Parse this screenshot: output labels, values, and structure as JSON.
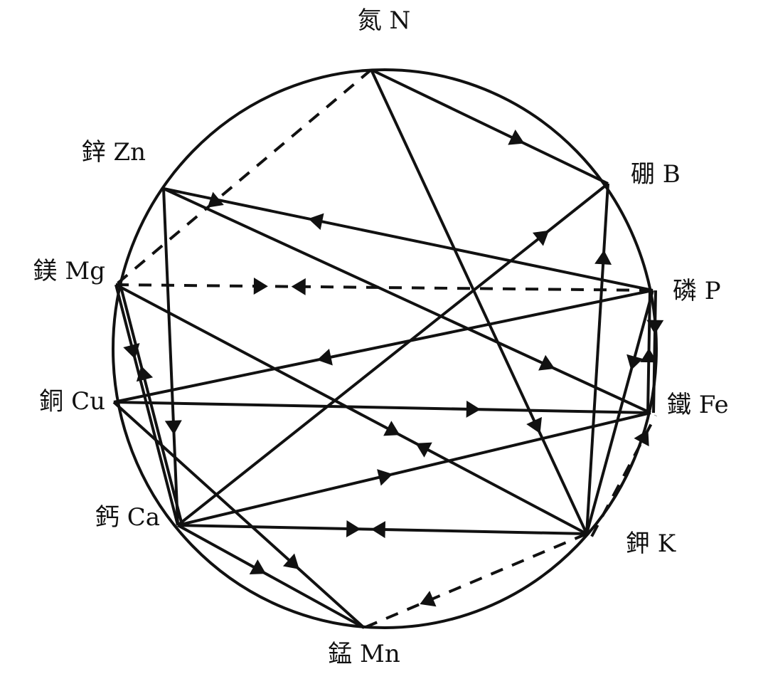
{
  "title": "",
  "colors": {
    "ink": "#111111",
    "background": "#ffffff"
  },
  "nodes": [
    {
      "id": "N",
      "label": "氮 N"
    },
    {
      "id": "B",
      "label": "硼 B"
    },
    {
      "id": "P",
      "label": "磷 P"
    },
    {
      "id": "Fe",
      "label": "鐵 Fe"
    },
    {
      "id": "K",
      "label": "鉀 K"
    },
    {
      "id": "Mn",
      "label": "錳 Mn"
    },
    {
      "id": "Ca",
      "label": "鈣 Ca"
    },
    {
      "id": "Cu",
      "label": "銅 Cu"
    },
    {
      "id": "Mg",
      "label": "鎂 Mg"
    },
    {
      "id": "Zn",
      "label": "鋅 Zn"
    }
  ],
  "edges": [
    {
      "from": "N",
      "to": "B",
      "dashed": false,
      "arrows": [
        {
          "t": 0.62,
          "dir": 1
        }
      ]
    },
    {
      "from": "N",
      "to": "K",
      "dashed": false,
      "arrows": [
        {
          "t": 0.77,
          "dir": 1
        }
      ]
    },
    {
      "from": "N",
      "to": "Mg",
      "dashed": true,
      "arrows": [
        {
          "t": 0.62,
          "dir": 1
        }
      ]
    },
    {
      "from": "P",
      "to": "Zn",
      "dashed": false,
      "arrows": [
        {
          "t": 0.69,
          "dir": 1
        }
      ]
    },
    {
      "from": "Zn",
      "to": "Fe",
      "dashed": false,
      "arrows": [
        {
          "t": 0.79,
          "dir": 1
        }
      ]
    },
    {
      "from": "Zn",
      "to": "Ca",
      "dashed": false,
      "arrows": [
        {
          "t": 0.71,
          "dir": 1
        }
      ]
    },
    {
      "from": "Mg",
      "to": "P",
      "dashed": true,
      "arrows": [
        {
          "t": 0.27,
          "dir": 1
        },
        {
          "t": 0.34,
          "dir": -1
        }
      ]
    },
    {
      "from": "Mg",
      "to": "Ca",
      "dashed": false,
      "arrows": [
        {
          "t": 0.28,
          "dir": 1
        }
      ]
    },
    {
      "from": "Ca",
      "to": "Mg",
      "dashed": false,
      "offset": 6,
      "arrows": [
        {
          "t": 0.63,
          "dir": 1
        }
      ]
    },
    {
      "from": "Mg",
      "to": "K",
      "dashed": false,
      "arrows": [
        {
          "t": 0.59,
          "dir": 1
        },
        {
          "t": 0.65,
          "dir": -1
        }
      ]
    },
    {
      "from": "P",
      "to": "Cu",
      "dashed": false,
      "arrows": [
        {
          "t": 0.61,
          "dir": 1
        }
      ]
    },
    {
      "from": "Cu",
      "to": "Fe",
      "dashed": false,
      "arrows": [
        {
          "t": 0.67,
          "dir": 1
        }
      ]
    },
    {
      "from": "Cu",
      "to": "Mn",
      "dashed": false,
      "arrows": [
        {
          "t": 0.72,
          "dir": 1
        }
      ]
    },
    {
      "from": "Ca",
      "to": "Mn",
      "dashed": false,
      "arrows": [
        {
          "t": 0.44,
          "dir": 1
        }
      ]
    },
    {
      "from": "Ca",
      "to": "B",
      "dashed": false,
      "arrows": [
        {
          "t": 0.85,
          "dir": 1
        }
      ]
    },
    {
      "from": "Ca",
      "to": "Fe",
      "dashed": false,
      "arrows": [
        {
          "t": 0.44,
          "dir": 1
        }
      ]
    },
    {
      "from": "Ca",
      "to": "K",
      "dashed": false,
      "arrows": [
        {
          "t": 0.43,
          "dir": 1
        },
        {
          "t": 0.49,
          "dir": -1
        }
      ]
    },
    {
      "from": "K",
      "to": "B",
      "dashed": false,
      "arrows": [
        {
          "t": 0.79,
          "dir": 1
        }
      ]
    },
    {
      "from": "P",
      "to": "Fe",
      "dashed": false,
      "offset": -4,
      "arrows": [
        {
          "t": 0.3,
          "dir": 1
        }
      ]
    },
    {
      "from": "Fe",
      "to": "P",
      "dashed": false,
      "offset": -4,
      "arrows": [
        {
          "t": 0.47,
          "dir": 1
        }
      ]
    },
    {
      "from": "P",
      "to": "K",
      "dashed": false,
      "arrows": [
        {
          "t": 0.3,
          "dir": 1
        }
      ]
    },
    {
      "from": "K",
      "to": "Fe",
      "dashed": true,
      "offset": 8,
      "arrows": [
        {
          "t": 0.83,
          "dir": 1
        }
      ]
    },
    {
      "from": "K",
      "to": "Mn",
      "dashed": true,
      "arrows": [
        {
          "t": 0.72,
          "dir": 1
        }
      ]
    }
  ]
}
